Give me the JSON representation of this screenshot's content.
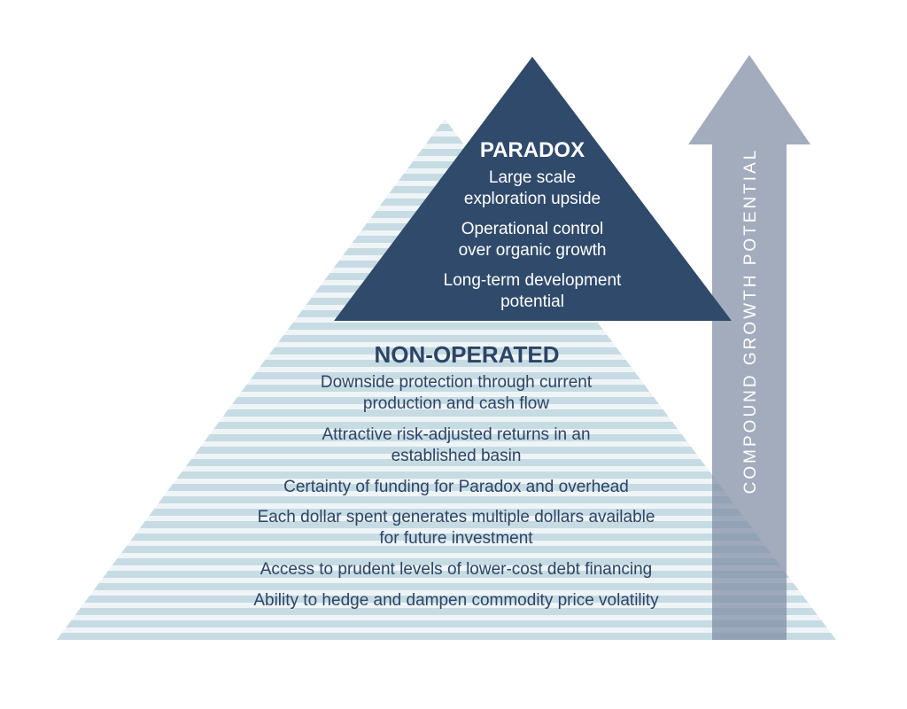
{
  "colors": {
    "stripe_light": "#d3e3ea",
    "stripe_mid": "#bcd2dc",
    "paradox_fill": "#2f4a6b",
    "arrow_fill": "#8894aa",
    "text_dark": "#2c4466"
  },
  "paradox": {
    "title": "PARADOX",
    "lines": [
      "Large scale",
      "exploration upside",
      "Operational control",
      "over organic growth",
      "Long-term development",
      "potential"
    ]
  },
  "non_operated": {
    "title": "NON-OPERATED",
    "lines": [
      "Downside protection through current",
      "production and cash flow",
      "Attractive risk-adjusted returns in an",
      "established basin",
      "Certainty of funding for Paradox and overhead",
      "Each dollar spent generates multiple dollars available",
      "for future investment",
      "Access to prudent levels of lower-cost debt financing",
      "Ability to hedge and dampen commodity price volatility"
    ]
  },
  "arrow": {
    "label": "COMPOUND GROWTH POTENTIAL"
  }
}
